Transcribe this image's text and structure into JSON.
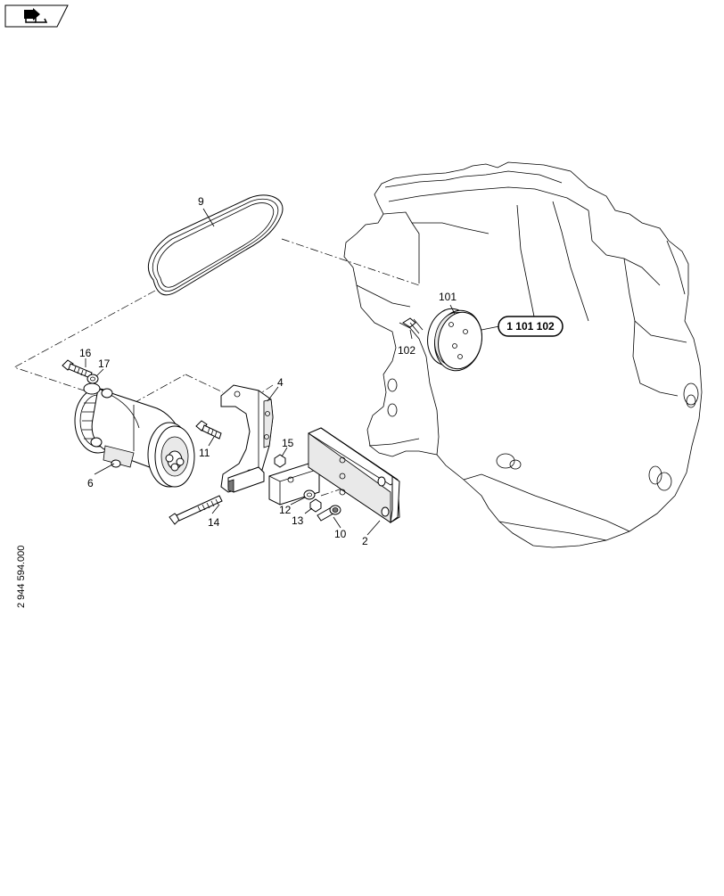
{
  "diagram": {
    "nav_button_icon": "arrow-into-folder-icon",
    "drawing_number": "2 944 594.000",
    "reference_box": "1 101 102",
    "callouts": {
      "c2": "2",
      "c4": "4",
      "c6": "6",
      "c9": "9",
      "c10": "10",
      "c11": "11",
      "c12": "12",
      "c13": "13",
      "c14": "14",
      "c15": "15",
      "c16": "16",
      "c17": "17",
      "c101": "101",
      "c102": "102"
    }
  }
}
